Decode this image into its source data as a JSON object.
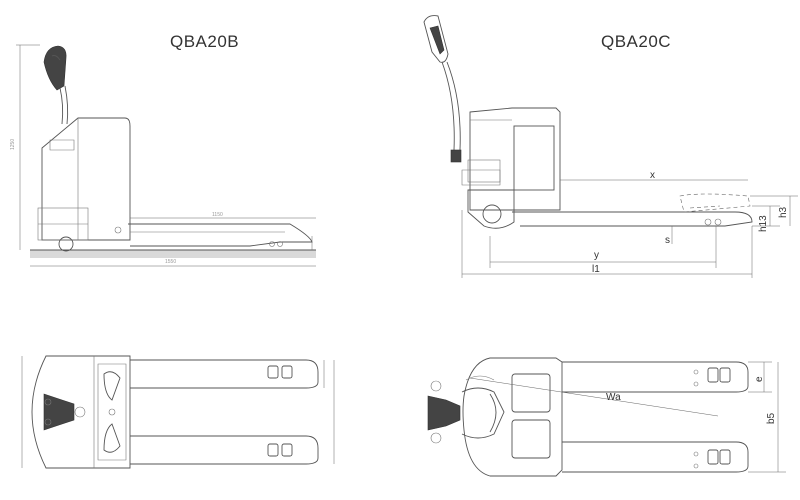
{
  "titles": {
    "left_model": "QBA20B",
    "right_model": "QBA20C"
  },
  "dimension_labels": {
    "x": "x",
    "y": "y",
    "l1": "l1",
    "s": "s",
    "h13": "h13",
    "h3": "h3",
    "wa": "Wa",
    "e": "e",
    "b5": "b5"
  }
}
